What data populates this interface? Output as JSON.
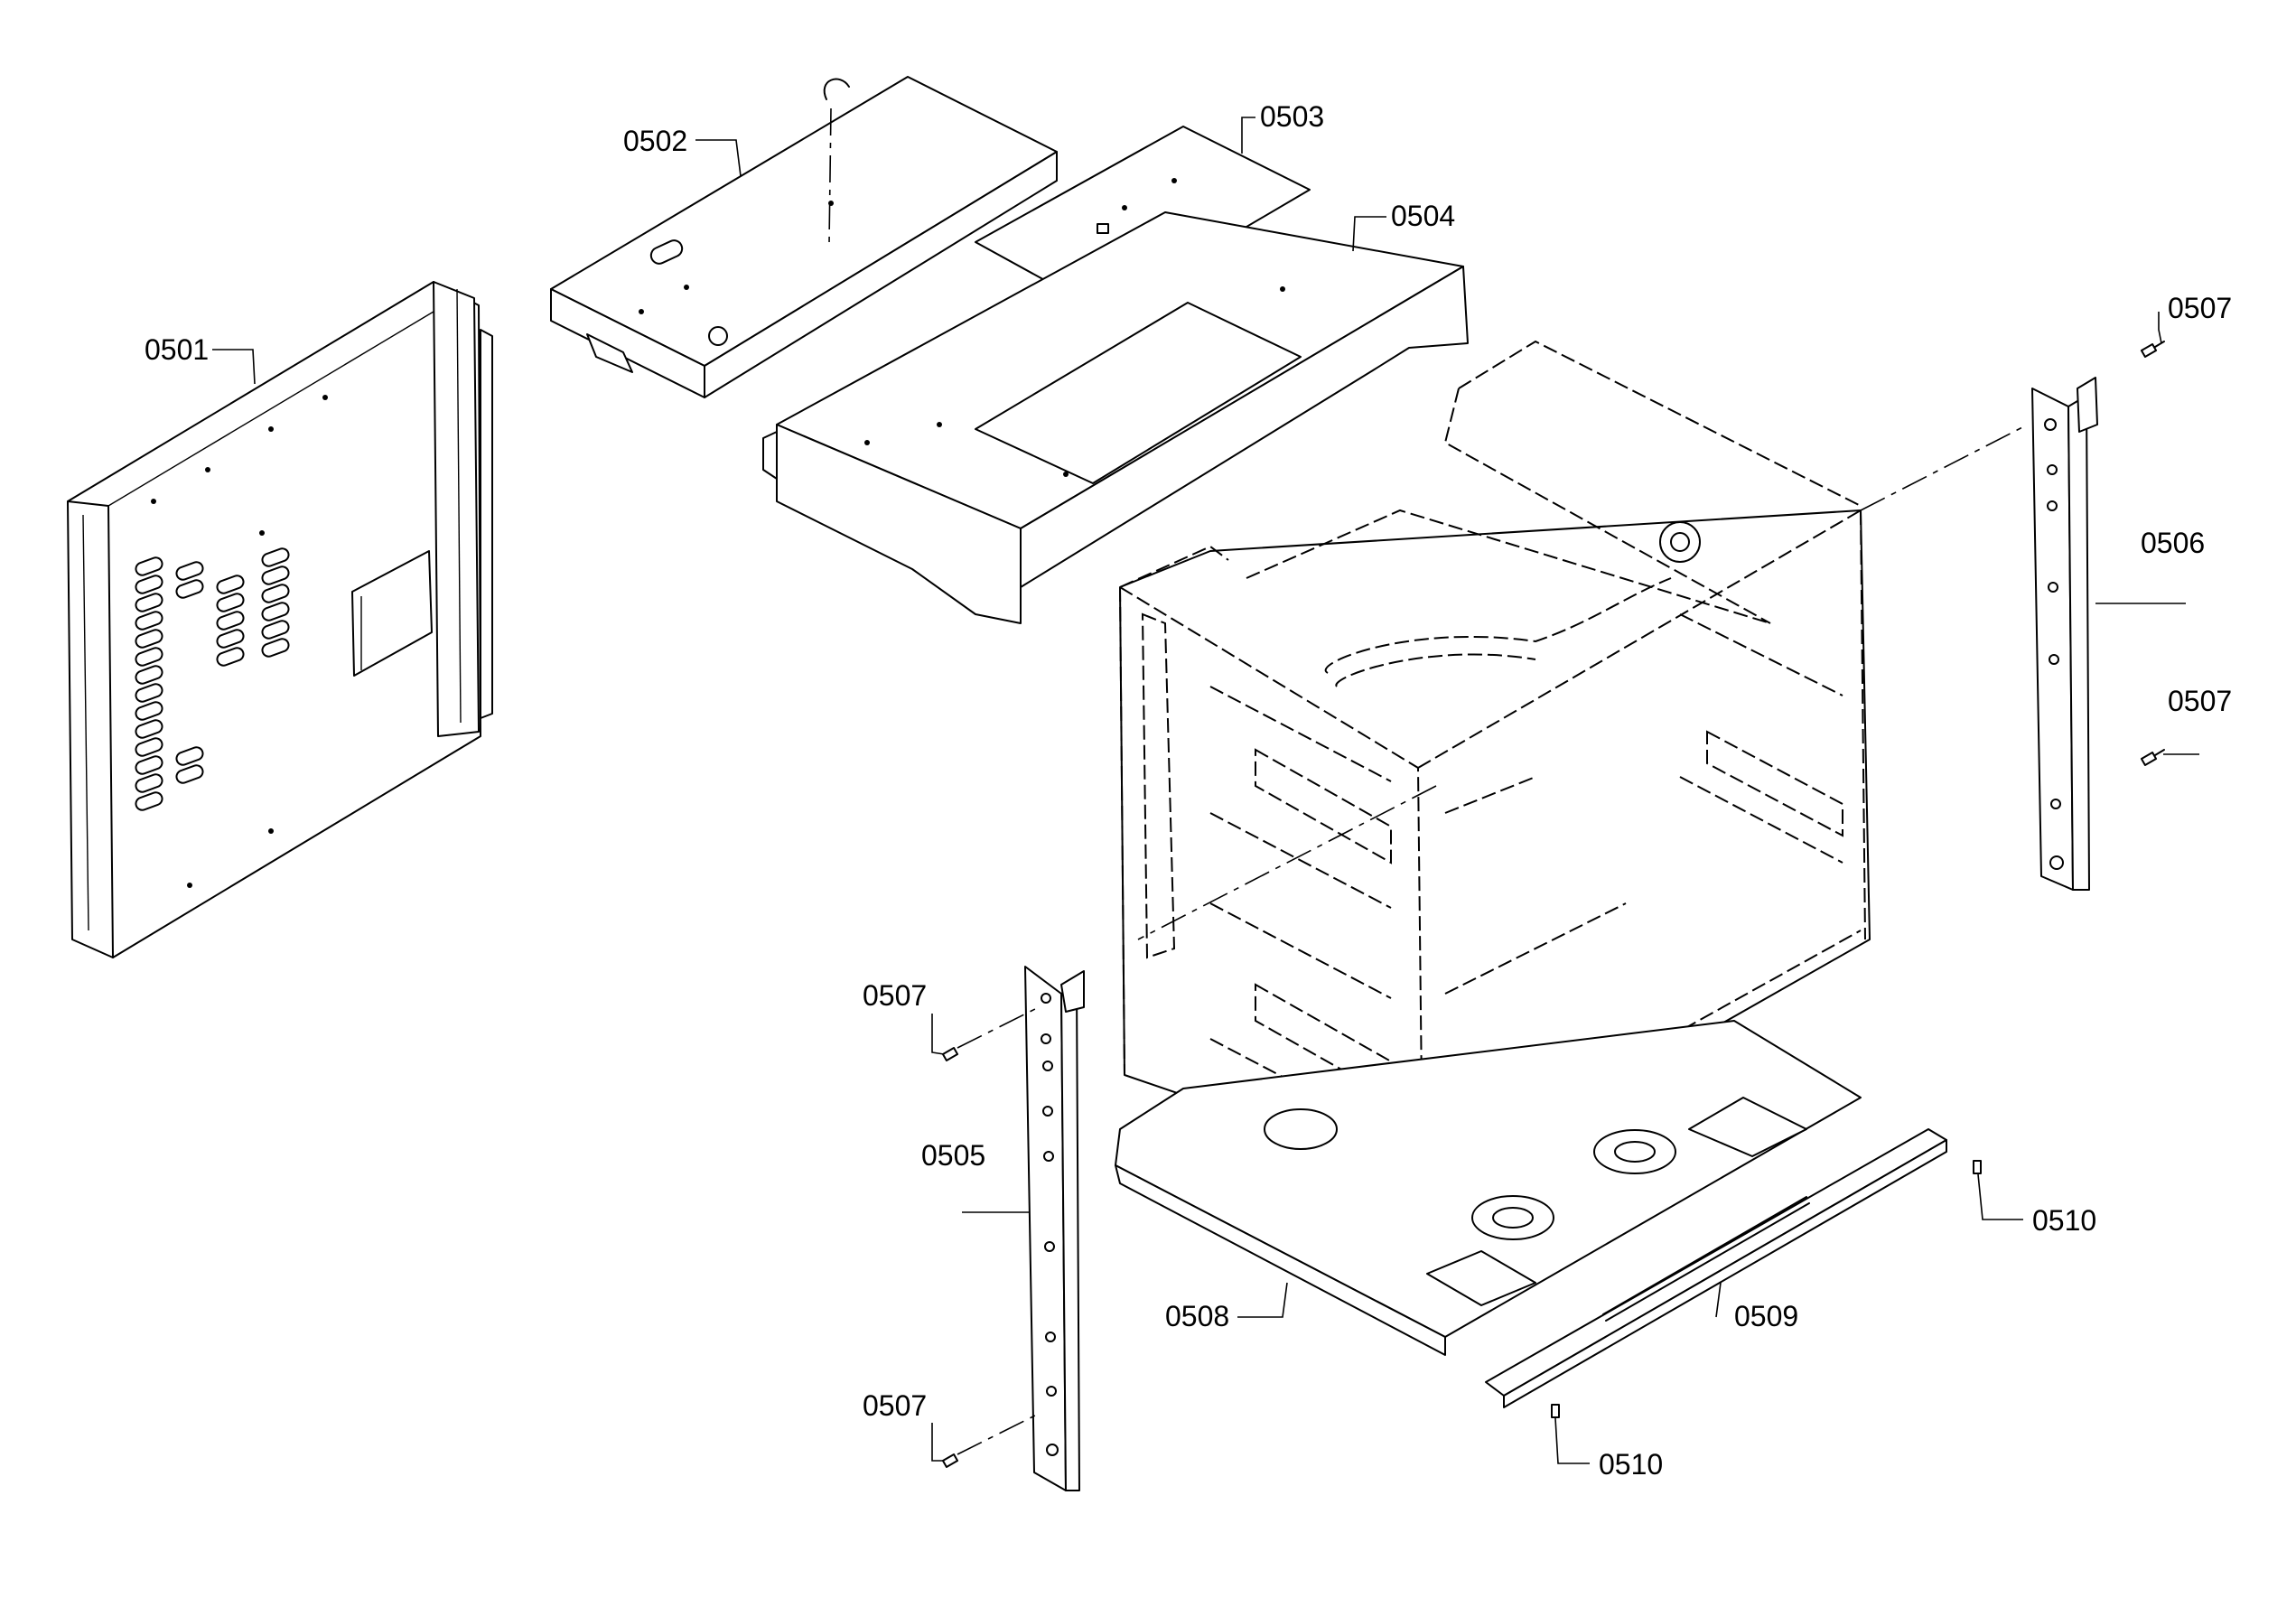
{
  "diagram": {
    "callouts": {
      "c0501": "0501",
      "c0502": "0502",
      "c0503": "0503",
      "c0504": "0504",
      "c0505": "0505",
      "c0506": "0506",
      "c0507_top_right": "0507",
      "c0507_mid_right": "0507",
      "c0507_left_upper": "0507",
      "c0507_left_lower": "0507",
      "c0508": "0508",
      "c0509": "0509",
      "c0510_right": "0510",
      "c0510_bottom": "0510"
    }
  }
}
